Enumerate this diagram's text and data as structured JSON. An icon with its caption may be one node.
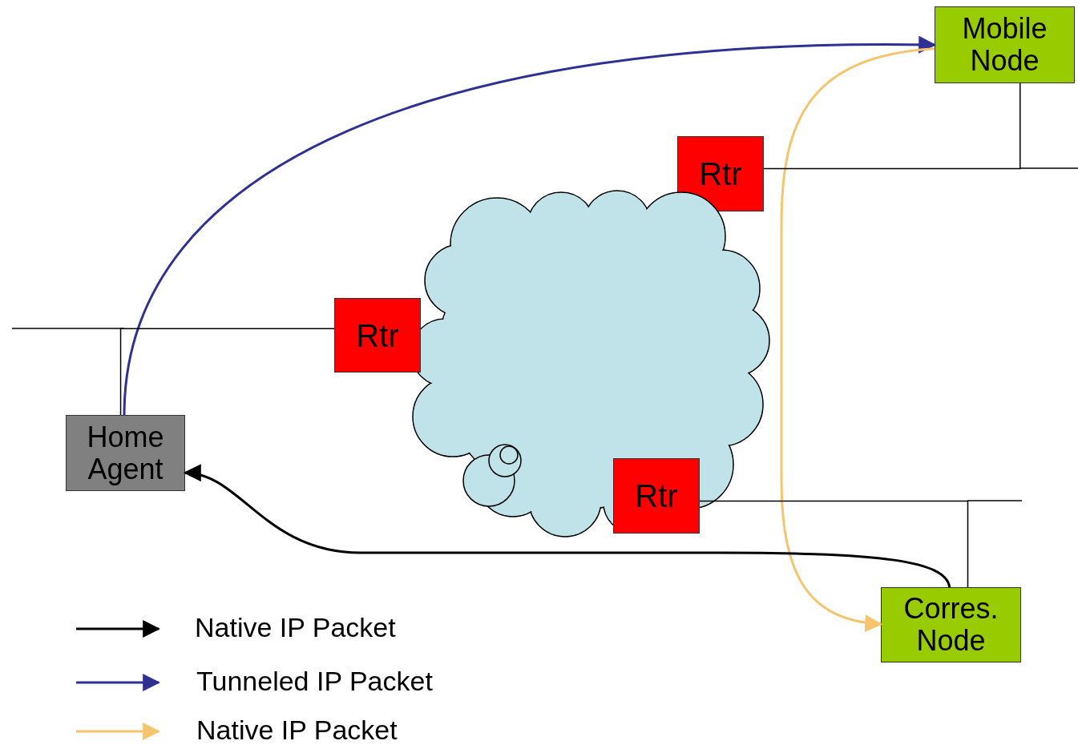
{
  "diagram": {
    "nodes": [
      {
        "text": [
          "Mobile Node"
        ]
      },
      {
        "text": [
          "Rtr"
        ]
      },
      {
        "text": [],
        "shape": "cloud"
      },
      {
        "text": [
          "Rtr"
        ]
      },
      {
        "text": [
          "Home Agent"
        ]
      },
      {
        "text": [
          "Rtr"
        ]
      },
      {
        "text": [
          "Corres. Node"
        ]
      }
    ],
    "edges": [
      {
        "from": 4,
        "to": 0,
        "arrow": "to",
        "color": "#2e3192"
      },
      {
        "from": 0,
        "to": 6,
        "arrow": "to",
        "color": "#f7c46e"
      },
      {
        "from": 6,
        "to": 4,
        "arrow": "to"
      },
      {
        "from": 0,
        "to": 1,
        "arrow": "none"
      },
      {
        "from": 4,
        "to": 3,
        "arrow": "none"
      },
      {
        "from": 6,
        "to": 5,
        "arrow": "none"
      }
    ],
    "legend": [
      {
        "text": "Native IP Packet"
      },
      {
        "text": "Tunneled IP Packet"
      },
      {
        "text": "Native IP Packet"
      }
    ]
  }
}
